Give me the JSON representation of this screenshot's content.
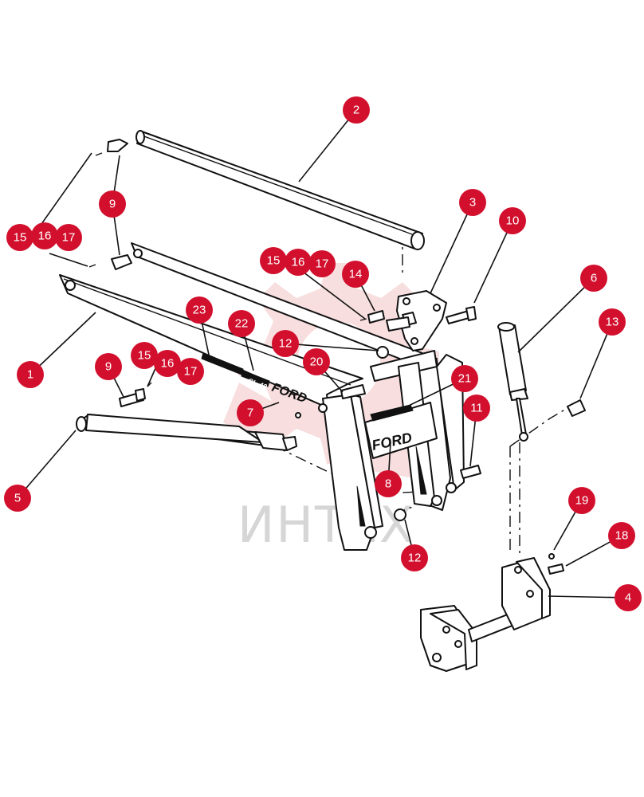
{
  "watermark": {
    "text": "ИНТЕХ",
    "gear_color": "#f3c4c4",
    "text_color": "#d6d6d6"
  },
  "brand": {
    "logo_main": "FORD",
    "logo_plate": "FORD",
    "logo_small": "CL-40"
  },
  "callout_color": "#d2102e",
  "callouts": [
    {
      "id": "c1",
      "label": "1"
    },
    {
      "id": "c2",
      "label": "2"
    },
    {
      "id": "c3",
      "label": "3"
    },
    {
      "id": "c4",
      "label": "4"
    },
    {
      "id": "c5",
      "label": "5"
    },
    {
      "id": "c6",
      "label": "6"
    },
    {
      "id": "c7",
      "label": "7"
    },
    {
      "id": "c8",
      "label": "8"
    },
    {
      "id": "c9a",
      "label": "9"
    },
    {
      "id": "c9b",
      "label": "9"
    },
    {
      "id": "c10",
      "label": "10"
    },
    {
      "id": "c11",
      "label": "11"
    },
    {
      "id": "c12a",
      "label": "12"
    },
    {
      "id": "c12b",
      "label": "12"
    },
    {
      "id": "c13",
      "label": "13"
    },
    {
      "id": "c14",
      "label": "14"
    },
    {
      "id": "c15a",
      "label": "15"
    },
    {
      "id": "c16a",
      "label": "16"
    },
    {
      "id": "c17a",
      "label": "17"
    },
    {
      "id": "c15b",
      "label": "15"
    },
    {
      "id": "c16b",
      "label": "16"
    },
    {
      "id": "c17b",
      "label": "17"
    },
    {
      "id": "c15c",
      "label": "15"
    },
    {
      "id": "c16c",
      "label": "16"
    },
    {
      "id": "c17c",
      "label": "17"
    },
    {
      "id": "c18",
      "label": "18"
    },
    {
      "id": "c19",
      "label": "19"
    },
    {
      "id": "c20",
      "label": "20"
    },
    {
      "id": "c21",
      "label": "21"
    },
    {
      "id": "c22",
      "label": "22"
    },
    {
      "id": "c23",
      "label": "23"
    }
  ]
}
